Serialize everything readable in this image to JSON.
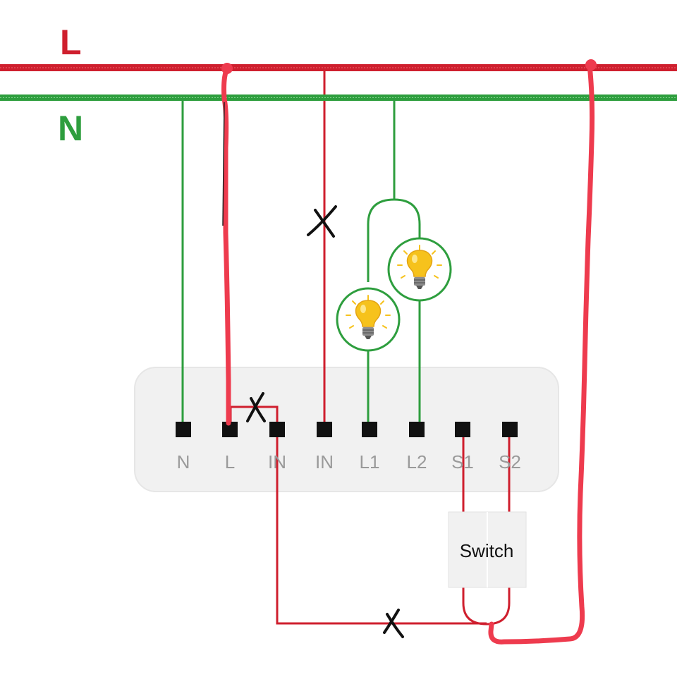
{
  "labels": {
    "live": "L",
    "neutral": "N"
  },
  "module": {
    "terminals": [
      "N",
      "L",
      "IN",
      "IN",
      "L1",
      "L2",
      "S1",
      "S2"
    ]
  },
  "switch": {
    "label": "Switch"
  },
  "colors": {
    "live": "#cf1f2e",
    "neutral": "#2e9e3e",
    "hand_drawn_live": "#ee3b4e",
    "module_body": "#f1f1f1",
    "terminal": "#111111",
    "bulb": "#f6c21c"
  },
  "icons": [
    "lightbulb-icon",
    "lightbulb-icon",
    "cross-mark-icon",
    "cross-mark-icon",
    "cross-mark-icon"
  ]
}
